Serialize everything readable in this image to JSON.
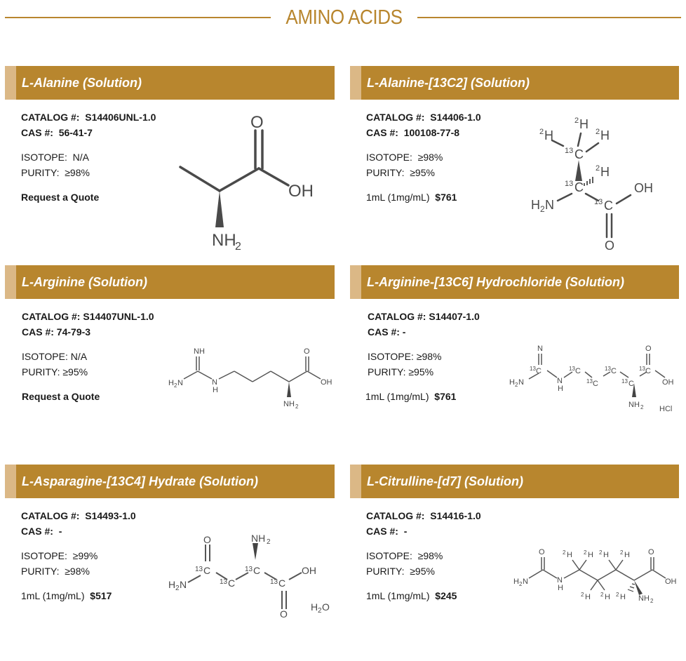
{
  "page": {
    "title": "AMINO ACIDS",
    "accent_color": "#b8862e",
    "accent_light_color": "#dbb886"
  },
  "labels": {
    "catalog": "CATALOG #:",
    "cas": "CAS #:",
    "isotope": "ISOTOPE:",
    "purity": "PURITY:"
  },
  "products": [
    {
      "name": "L-Alanine (Solution)",
      "catalog": "S14406UNL-1.0",
      "cas": "56-41-7",
      "isotope": "N/A",
      "purity": "≥98%",
      "action": "Request a Quote",
      "structure_icon": "l-alanine-structure"
    },
    {
      "name": "L-Alanine-[13C2] (Solution)",
      "catalog": "S14406-1.0",
      "cas": "100108-77-8",
      "isotope": "≥98%",
      "purity": "≥95%",
      "size": "1mL (1mg/mL)",
      "price": "$761",
      "structure_icon": "l-alanine-13c2-structure"
    },
    {
      "name": "L-Arginine (Solution)",
      "catalog": "S14407UNL-1.0",
      "cas": "74-79-3",
      "isotope": "N/A",
      "purity": "≥95%",
      "action": "Request a Quote",
      "structure_icon": "l-arginine-structure"
    },
    {
      "name": "L-Arginine-[13C6] Hydrochloride (Solution)",
      "catalog": "S14407-1.0",
      "cas": "-",
      "isotope": "≥98%",
      "purity": "≥95%",
      "size": "1mL (1mg/mL)",
      "price": "$761",
      "structure_icon": "l-arginine-13c6-hcl-structure"
    },
    {
      "name": "L-Asparagine-[13C4] Hydrate (Solution)",
      "catalog": "S14493-1.0",
      "cas": "-",
      "isotope": "≥99%",
      "purity": "≥98%",
      "size": "1mL (1mg/mL)",
      "price": "$517",
      "structure_icon": "l-asparagine-13c4-hydrate-structure"
    },
    {
      "name": "L-Citrulline-[d7] (Solution)",
      "catalog": "S14416-1.0",
      "cas": "-",
      "isotope": "≥98%",
      "purity": "≥95%",
      "size": "1mL (1mg/mL)",
      "price": "$245",
      "structure_icon": "l-citrulline-d7-structure"
    }
  ]
}
